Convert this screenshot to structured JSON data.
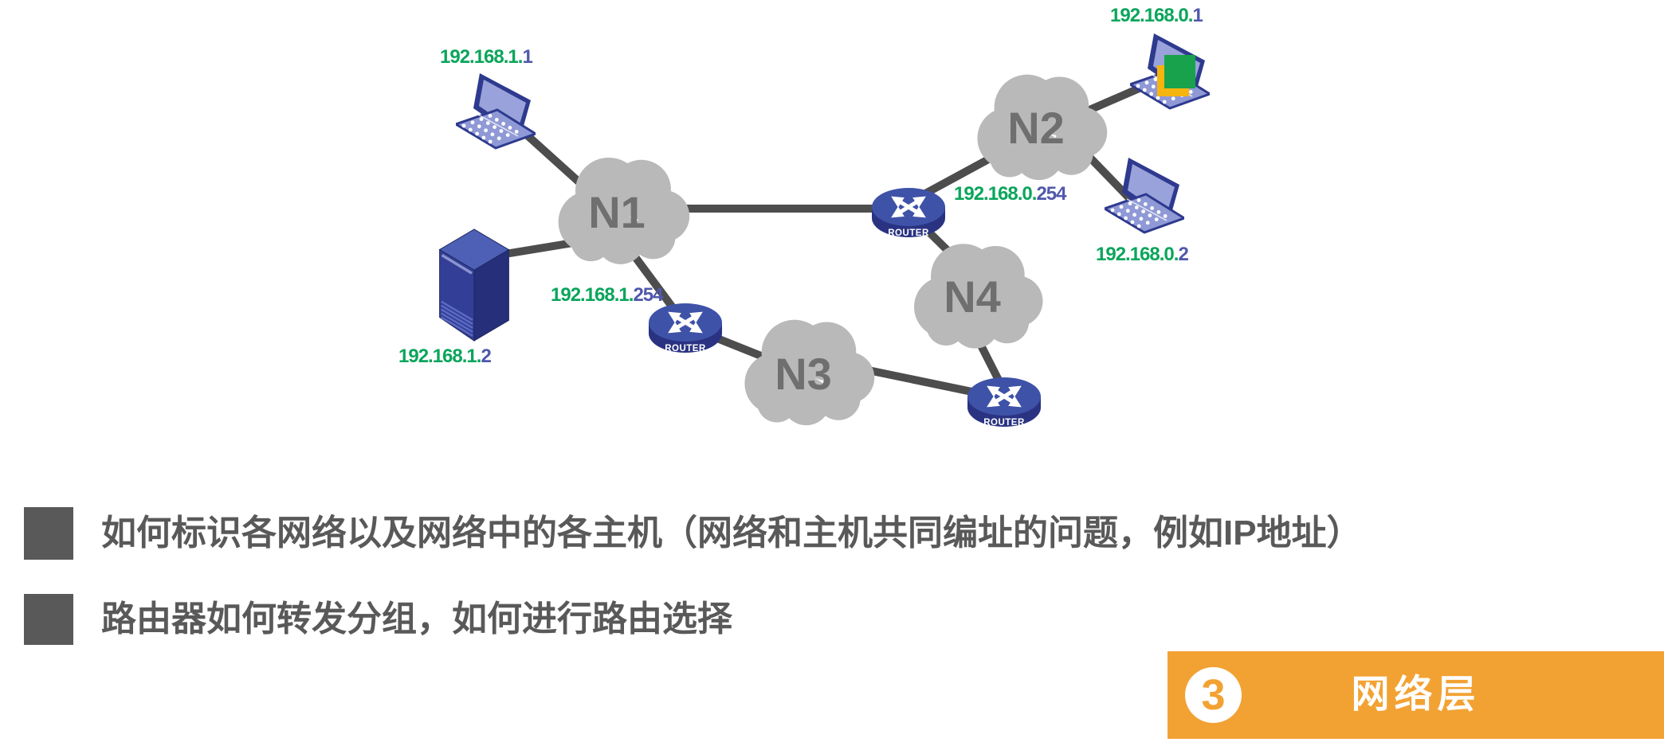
{
  "diagram": {
    "networks": [
      {
        "id": "N1",
        "label": "N1"
      },
      {
        "id": "N2",
        "label": "N2"
      },
      {
        "id": "N3",
        "label": "N3"
      },
      {
        "id": "N4",
        "label": "N4"
      }
    ],
    "router_label": "ROUTER",
    "ip_labels": [
      {
        "device": "laptop-top-left",
        "network_part": "192.168.1.",
        "host_part": "1"
      },
      {
        "device": "server-left",
        "network_part": "192.168.1.",
        "host_part": "2"
      },
      {
        "device": "router-n1-n3",
        "network_part": "192.168.1.",
        "host_part": "254"
      },
      {
        "device": "router-n1-n2-n4",
        "network_part": "192.168.0.",
        "host_part": "254"
      },
      {
        "device": "pc-highlighted",
        "network_part": "192.168.0.",
        "host_part": "1"
      },
      {
        "device": "laptop-right",
        "network_part": "192.168.0.",
        "host_part": "2"
      }
    ]
  },
  "bullets": [
    {
      "text": "如何标识各网络以及网络中的各主机（网络和主机共同编址的问题，例如IP地址）"
    },
    {
      "text": "路由器如何转发分组，如何进行路由选择"
    }
  ],
  "banner": {
    "number": "3",
    "title": "网络层"
  },
  "colors": {
    "ip_network_green": "#0ba55c",
    "ip_host_blue": "#5058ac",
    "banner_orange": "#F2A233",
    "cloud_gray": "#b9b9b9",
    "link_gray": "#4d4d4d",
    "bullet_gray": "#595959",
    "device_blue": "#2e3a8e",
    "highlight_green": "#18A24B",
    "highlight_yellow": "#F6B40E"
  }
}
